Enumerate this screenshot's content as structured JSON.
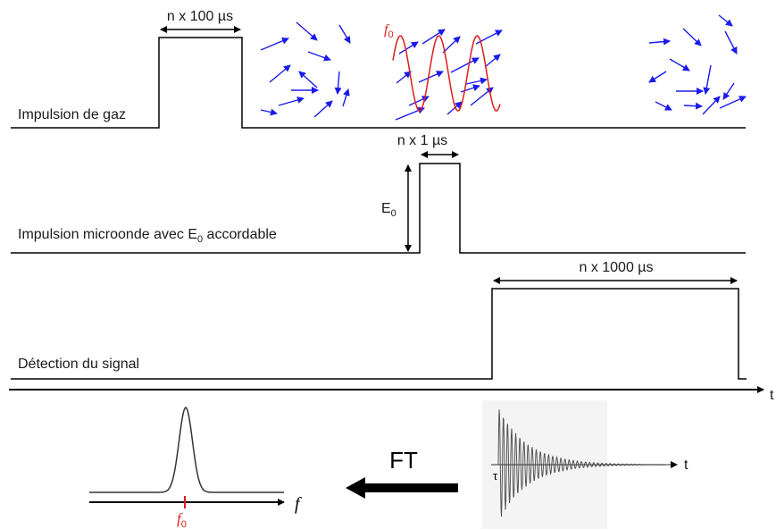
{
  "rows": {
    "gas": {
      "label": "Impulsion de gaz",
      "duration": "n x 100 µs"
    },
    "microwave": {
      "label_before": "Impulsion microonde avec E",
      "label_sub": "0",
      "label_after": " accordable",
      "duration": "n x 1 µs",
      "amplitude_main": "E",
      "amplitude_sub": "0"
    },
    "detection": {
      "label": "Détection du signal",
      "duration": "n x 1000 µs"
    }
  },
  "time_axis_label": "t",
  "wave_label": {
    "main": "f",
    "sub": "0"
  },
  "transform": {
    "label": "FT"
  },
  "spectrum": {
    "axis_label": "f",
    "peak_main": "f",
    "peak_sub": "0"
  },
  "fid": {
    "axis_label": "t",
    "origin_label": "τ"
  },
  "colors": {
    "line": "#000000",
    "molecule_arrows": "#1a1aee",
    "wave": "#dd1c1c",
    "fid": "#555555"
  }
}
